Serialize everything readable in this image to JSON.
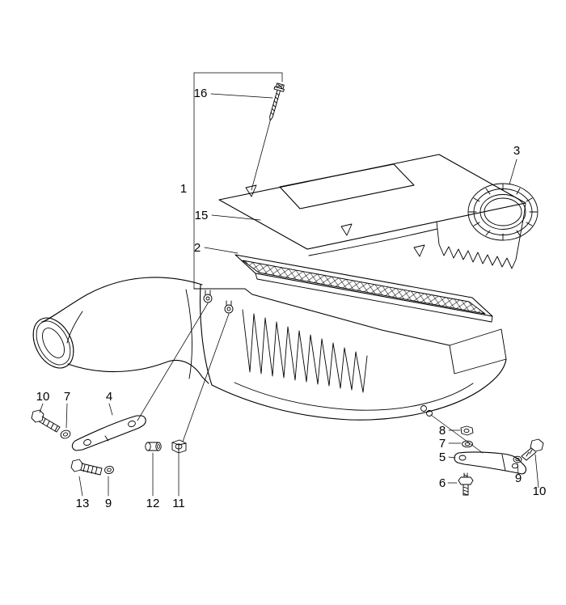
{
  "colors": {
    "background": "#ffffff",
    "line": "#000000"
  },
  "callouts": {
    "n16": "16",
    "n1": "1",
    "n15": "15",
    "n2": "2",
    "n3": "3",
    "n10_left": "10",
    "n7_left": "7",
    "n4": "4",
    "n13": "13",
    "n9_left": "9",
    "n12": "12",
    "n11": "11",
    "n8": "8",
    "n7_right": "7",
    "n5": "5",
    "n6": "6",
    "n9_right": "9",
    "n10_right": "10"
  }
}
